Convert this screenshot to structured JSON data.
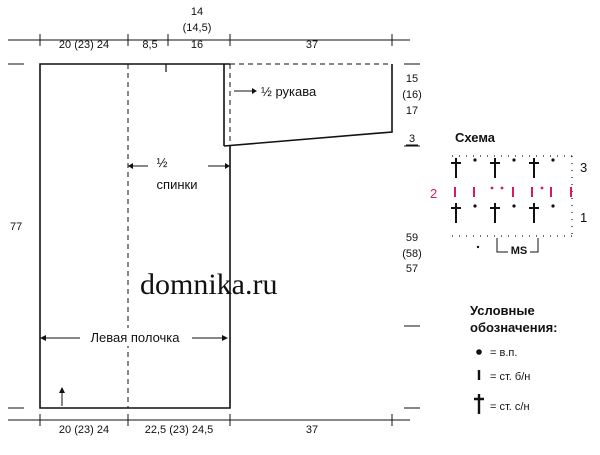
{
  "top_dims": {
    "front_width": "20 (23) 24",
    "mid_width": "8,5",
    "neck_width_1": "14",
    "neck_width_2": "(14,5)",
    "neck_width_3": "16",
    "sleeve_width": "37"
  },
  "right_dims": {
    "sleeve_h_1": "15",
    "sleeve_h_2": "(16)",
    "sleeve_h_3": "17",
    "cuff_h": "3",
    "body_h_1": "59",
    "body_h_2": "(58)",
    "body_h_3": "57"
  },
  "left_dims": {
    "total_height": "77"
  },
  "bottom_dims": {
    "front_width": "20 (23) 24",
    "back_width": "22,5 (23) 24,5",
    "sleeve_width": "37"
  },
  "labels": {
    "half_sleeve": "½ рукава",
    "half_back_1": "½",
    "half_back_2": "спинки",
    "left_front": "Левая полочка"
  },
  "watermark": "domnika.ru",
  "scheme": {
    "title": "Схема",
    "row_3": "3",
    "row_2": "2",
    "row_1": "1",
    "repeat": "MS"
  },
  "legend": {
    "title_1": "Условные",
    "title_2": "обозначения:",
    "chain": "= в.п.",
    "sc": "= ст. б/н",
    "dc": "= ст. с/н"
  },
  "colors": {
    "accent": "#d81b60",
    "ink": "#111111"
  }
}
